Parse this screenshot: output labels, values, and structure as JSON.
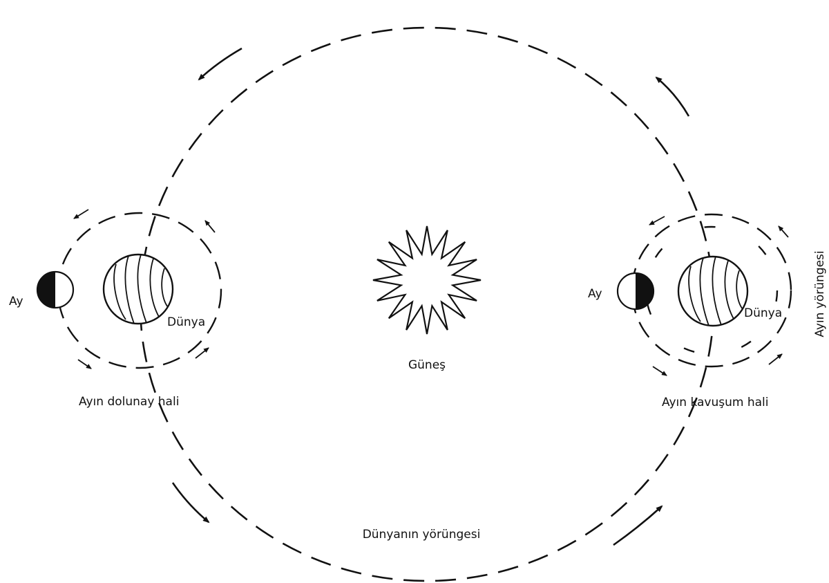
{
  "colors": {
    "ink": "#111111",
    "background": "#ffffff"
  },
  "labels": {
    "sun": "Güneş",
    "earth_orbit": "Dünyanın yörüngesi",
    "moon_orbit": "Ayın yörüngesi",
    "full_moon": "Ayın dolunay hali",
    "new_moon": "Ayın kavuşum hali",
    "earth": "Dünya",
    "moon": "Ay"
  },
  "icons": {
    "sun": "sun-icon",
    "earth": "earth-globe-icon",
    "moon": "half-moon-icon",
    "direction": "arrow-icon"
  }
}
